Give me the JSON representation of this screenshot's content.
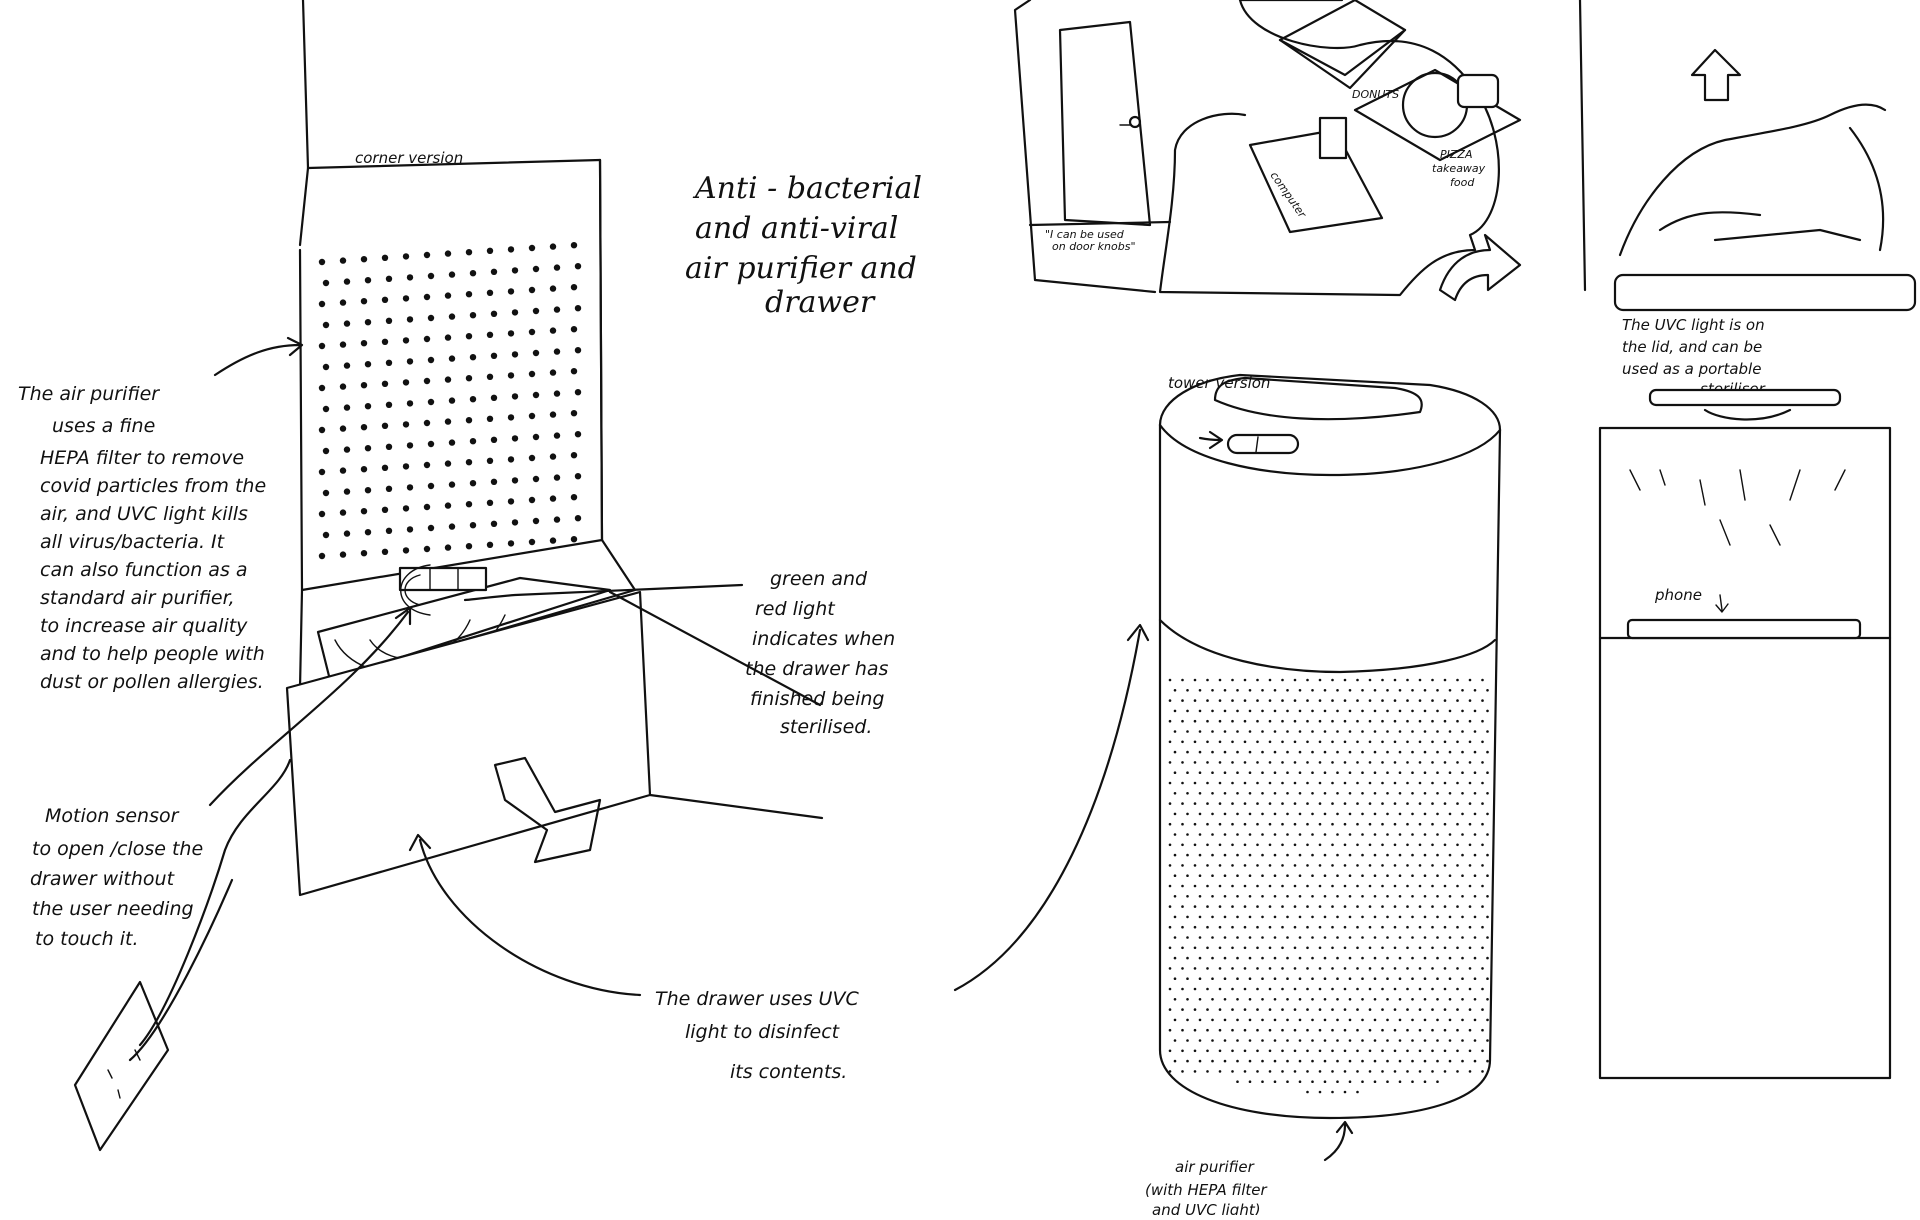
{
  "title": [
    "Anti - bacterial",
    "and anti-viral",
    "air purifier and",
    "drawer"
  ],
  "labels": {
    "corner_version": "corner version",
    "tower_version": "tower version",
    "phone": "phone",
    "computer": "computer",
    "door_knobs": [
      "\"I can be used",
      "on door knobs\""
    ],
    "pizza": [
      "PIZZA",
      "takeaway",
      "food"
    ],
    "donuts": "DONUTS"
  },
  "notes": {
    "air_purifier": [
      "The air purifier",
      "uses a fine",
      "HEPA filter to remove",
      "covid particles from the",
      "air, and UVC light kills",
      "all virus/bacteria. It",
      "can also function as a",
      "standard air purifier,",
      "to increase air quality",
      "and to help people with",
      "dust or pollen allergies."
    ],
    "green_red_light": [
      "green and",
      "red light",
      "indicates when",
      "the drawer has",
      "finished being",
      "sterilised."
    ],
    "motion_sensor": [
      "Motion sensor",
      "to open /close the",
      "drawer without",
      "the user needing",
      "to touch it."
    ],
    "drawer_uvc": [
      "The drawer uses UVC",
      "light to disinfect",
      "its contents."
    ],
    "tower_caption": [
      "air purifier",
      "(with HEPA filter",
      "and UVC light)"
    ],
    "lid_note": [
      "The UVC light is on",
      "the lid, and can be",
      "used as a portable",
      "steriliser."
    ]
  },
  "colors": {
    "ink": "#111111",
    "paper": "#ffffff"
  },
  "icons": [
    "up-arrow-icon",
    "right-curved-arrow-icon",
    "drawer-out-arrow-icon"
  ]
}
